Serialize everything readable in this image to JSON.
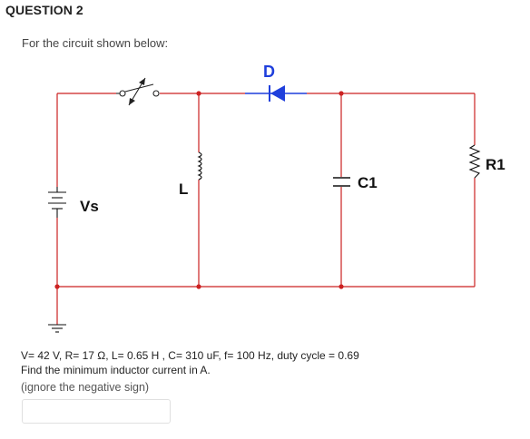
{
  "question": {
    "heading": "QUESTION 2",
    "intro": "For the circuit shown below:"
  },
  "circuit": {
    "labels": {
      "diode": "D",
      "inductor": "L",
      "capacitor": "C1",
      "resistor": "R1",
      "source": "Vs"
    },
    "colors": {
      "wire": "#cc2222",
      "node": "#cc2222",
      "diode": "#1f3fdc",
      "component": "#111111"
    }
  },
  "problem": {
    "given": "V= 42 V, R= 17 Ω, L= 0.65 H , C= 310 uF, f= 100 Hz, duty cycle = 0.69",
    "task": "Find  the minimum inductor current in A.",
    "note": "(ignore the negative sign)"
  },
  "answer": {
    "value": "",
    "placeholder": ""
  }
}
